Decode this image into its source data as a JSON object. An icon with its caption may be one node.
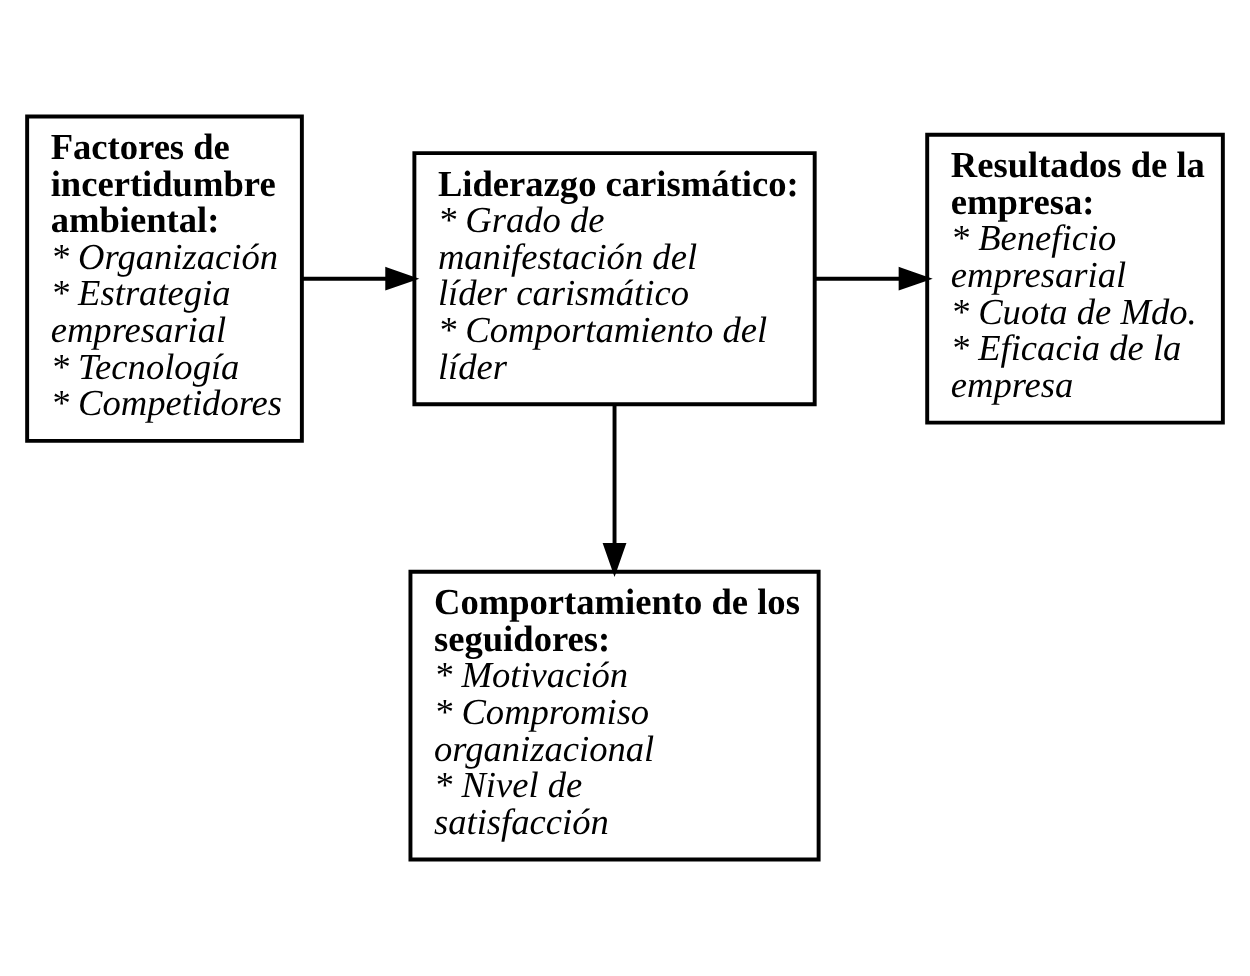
{
  "diagram": {
    "nodes": [
      {
        "text": [
          "Factores de incertidumbre ambiental:",
          "* Organización",
          "* Estrategia empresarial",
          "* Tecnología",
          "* Competidores"
        ]
      },
      {
        "text": [
          "Liderazgo carismático:",
          "* Grado de manifestación del líder carismático",
          "* Comportamiento del líder"
        ]
      },
      {
        "text": [
          "Resultados de la empresa:",
          "* Beneficio empresarial",
          "* Cuota de Mdo.",
          "* Eficacia de la empresa"
        ]
      },
      {
        "text": [
          "Comportamiento de los seguidores:",
          "* Motivación",
          "* Compromiso organizacional",
          "* Nivel de satisfacción"
        ]
      }
    ],
    "edges": [
      {
        "from": 0,
        "to": 1,
        "arrow": "to"
      },
      {
        "from": 1,
        "to": 2,
        "arrow": "to"
      },
      {
        "from": 1,
        "to": 3,
        "arrow": "to"
      }
    ]
  }
}
